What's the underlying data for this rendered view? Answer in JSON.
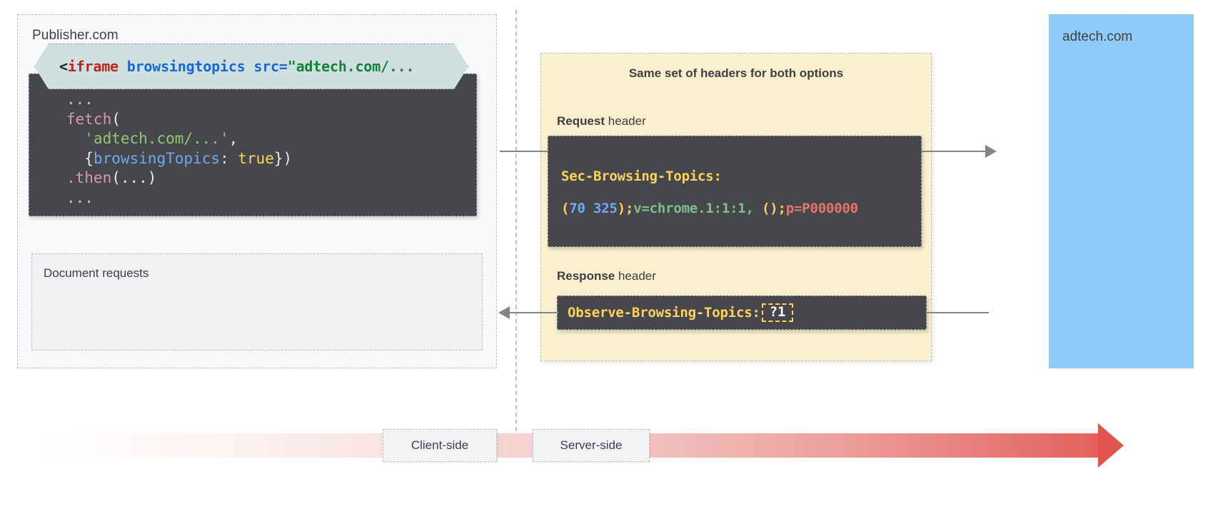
{
  "publisher": {
    "label": "Publisher.com",
    "fetch_code": {
      "l1_dots": "...",
      "l2_fn": "fetch",
      "l2_paren": "(",
      "l3_str": "'adtech.com/...'",
      "l3_comma": ",",
      "l4_open": "{",
      "l4_prop": "browsingTopics",
      "l4_colon": ": ",
      "l4_bool": "true",
      "l4_close": "})",
      "l5_dot_then": ".then",
      "l5_args": "(...)",
      "l6_dots": "..."
    },
    "document_requests": {
      "label": "Document requests",
      "iframe_angle": "<",
      "iframe_tag": "iframe",
      "iframe_attr1": " browsingtopics ",
      "iframe_attr2": "src=",
      "iframe_value": "\"adtech.com/..."
    }
  },
  "headers": {
    "title": "Same set of headers for both options",
    "request_caption_bold": "Request",
    "request_caption_rest": " header",
    "response_caption_bold": "Response",
    "response_caption_rest": " header",
    "request_header": {
      "name": "Sec-Browsing-Topics:",
      "value_open_paren": "(",
      "value_num1": "70",
      "value_space": " ",
      "value_num2": "325",
      "value_close_paren": ")",
      "value_semi1": ";",
      "value_version": "v=chrome.1:1:1, ",
      "value_empty_parens": "()",
      "value_semi2": ";",
      "value_p": "p=P000000"
    },
    "response_header": {
      "name": "Observe-Browsing-Topics:",
      "value": "?1"
    }
  },
  "adtech": {
    "label": "adtech.com"
  },
  "timeline": {
    "client_label": "Client-side",
    "server_label": "Server-side"
  },
  "colors": {
    "panel_publisher_bg": "#f7f9fa",
    "panel_headers_bg": "#fcefcd",
    "panel_adtech_bg": "#8ecbfa",
    "code_dark_bg": "#45474a",
    "iframe_chip_bg": "#cfe0e0",
    "accent_yellow": "#ffd25f",
    "arrow_gray": "#80868b",
    "timeline_end_red": "#e0534f"
  }
}
